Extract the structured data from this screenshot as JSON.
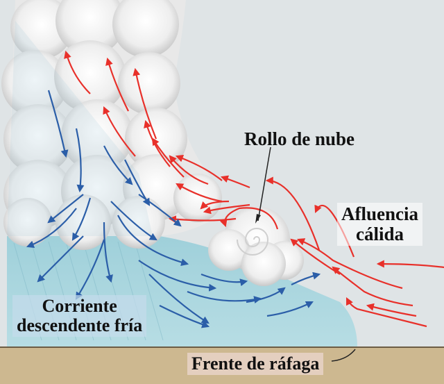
{
  "labels": {
    "roll_cloud": "Rollo de nube",
    "warm_inflow_line1": "Afluencia",
    "warm_inflow_line2": "cálida",
    "cold_downdraft_line1": "Corriente",
    "cold_downdraft_line2": "descendente fría",
    "gust_front": "Frente de ráfaga"
  },
  "colors": {
    "sky": "#dfe4e6",
    "cloud": "#f2f2f2",
    "cold_air": "#a9d6df",
    "ground": "#cdb890",
    "warm_arrow": "#e8302a",
    "cold_arrow": "#2b5ea8"
  }
}
